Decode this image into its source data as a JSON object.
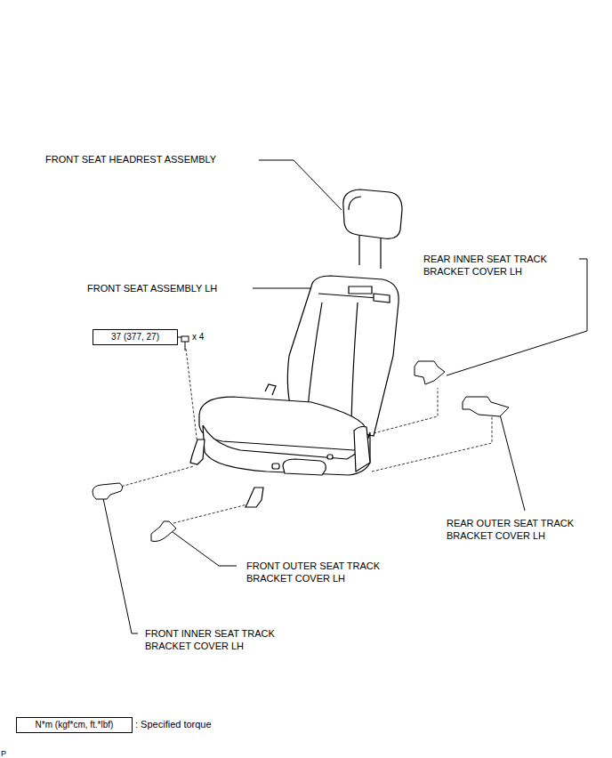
{
  "diagram": {
    "nodes": [
      {
        "text": [
          "37 (377, 27)"
        ]
      },
      {
        "text": [
          "N*m (kgf*cm, ft.*lbf)"
        ]
      }
    ],
    "labels": [
      "FRONT SEAT HEADREST ASSEMBLY",
      "REAR INNER SEAT TRACK BRACKET COVER LH",
      "FRONT SEAT ASSEMBLY LH",
      "x 4",
      "REAR OUTER SEAT TRACK BRACKET COVER LH",
      "FRONT OUTER SEAT TRACK BRACKET COVER LH",
      "FRONT INNER SEAT TRACK BRACKET COVER LH",
      ": Specified torque",
      "P"
    ]
  }
}
